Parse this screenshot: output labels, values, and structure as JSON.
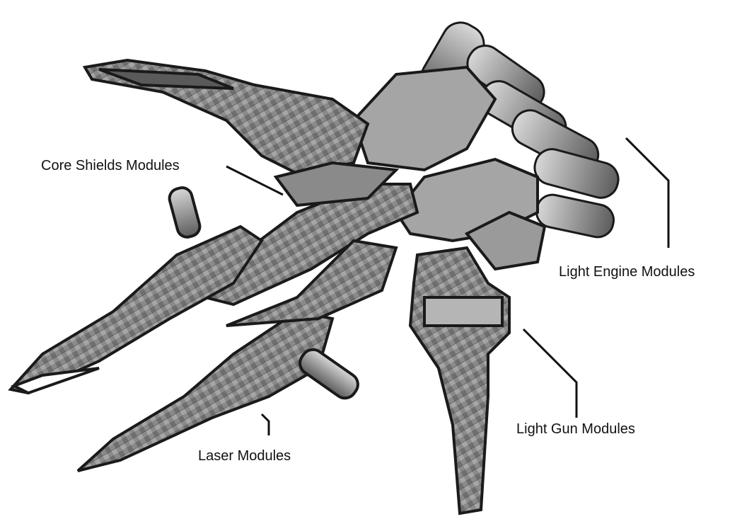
{
  "diagram": {
    "labels": {
      "core_shields": "Core Shields Modules",
      "light_engine": "Light Engine Modules",
      "light_gun": "Light Gun Modules",
      "laser": "Laser Modules"
    },
    "colors": {
      "background": "#ffffff",
      "hull_dark": "#3a3a3a",
      "hull_mid": "#7a7a7a",
      "hull_light": "#b8b8b8",
      "panel": "#a9a9a9",
      "outline": "#1a1a1a",
      "leader_line": "#111111"
    }
  }
}
